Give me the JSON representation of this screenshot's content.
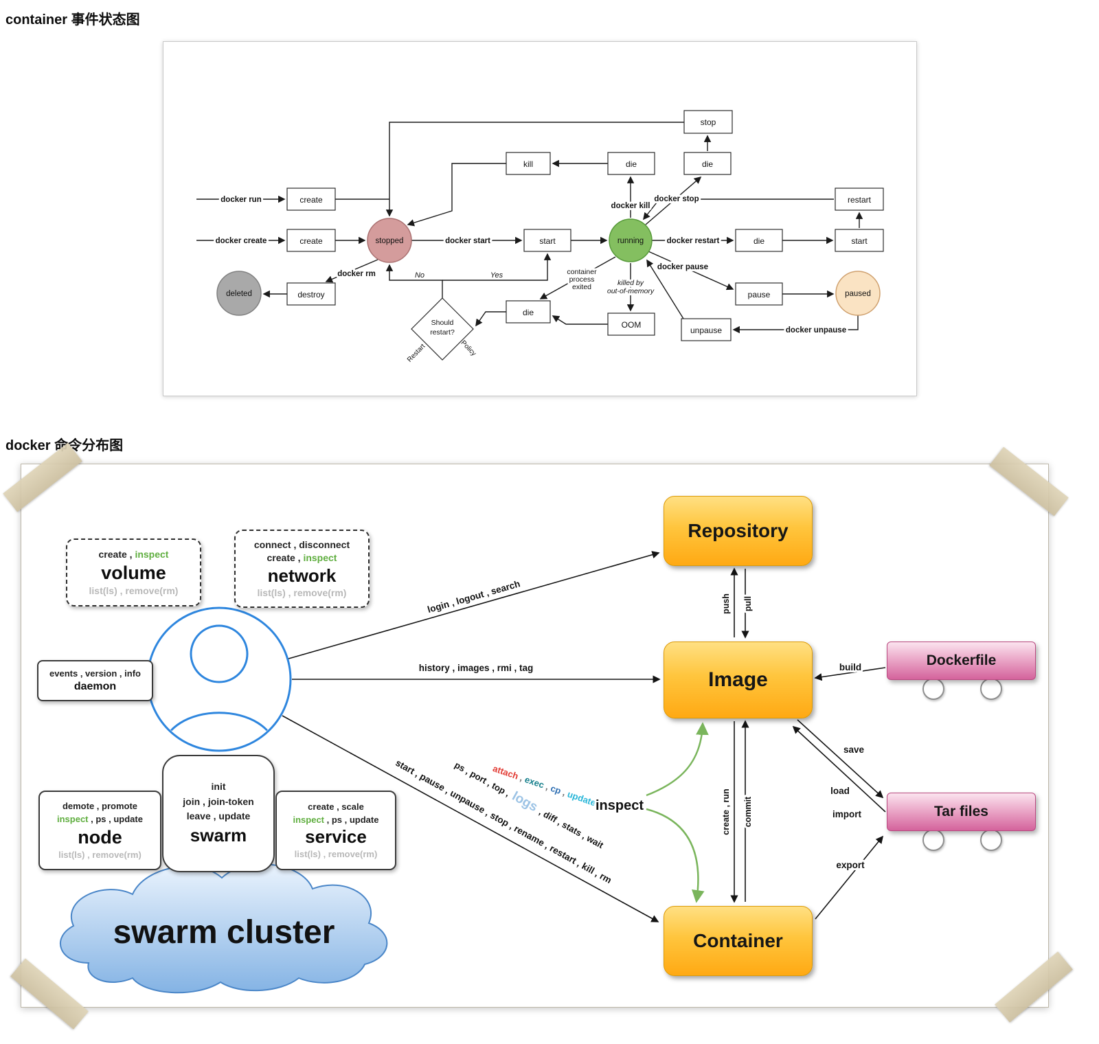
{
  "titles": {
    "section1": "container 事件状态图",
    "section2": "docker 命令分布图"
  },
  "state": {
    "events": {
      "stop": "stop",
      "kill": "kill",
      "die_kill": "die",
      "die_stop": "die",
      "create_run": "create",
      "restart": "restart",
      "create_create": "create",
      "start_main": "start",
      "die_restart": "die",
      "start_restart": "start",
      "pause": "pause",
      "destroy": "destroy",
      "die_exit": "die",
      "oom": "OOM",
      "unpause": "unpause"
    },
    "states": {
      "stopped": "stopped",
      "running": "running",
      "deleted": "deleted",
      "paused": "paused"
    },
    "decision1": "Should",
    "decision2": "restart?",
    "labels": {
      "docker_run": "docker run",
      "docker_create": "docker create",
      "docker_start": "docker start",
      "docker_kill": "docker kill",
      "docker_stop": "docker stop",
      "docker_restart": "docker restart",
      "docker_pause": "docker pause",
      "docker_unpause": "docker unpause",
      "docker_rm": "docker rm",
      "exited_1": "container",
      "exited_2": "process",
      "exited_3": "exited",
      "oom_1": "killed by",
      "oom_2": "out-of-memory",
      "no": "No",
      "yes": "Yes",
      "policy_1": "Restart",
      "policy_2": "Policy"
    }
  },
  "cmd": {
    "volume": {
      "l1": "create , ",
      "l1g": "inspect",
      "name": "volume",
      "gray": "list(ls) , remove(rm)"
    },
    "network": {
      "l0": "connect , disconnect",
      "l1": "create , ",
      "l1g": "inspect",
      "name": "network",
      "gray": "list(ls) , remove(rm)"
    },
    "daemon": {
      "l0": "events , version , info",
      "name": "daemon"
    },
    "node": {
      "l0": "demote , promote",
      "l1g": "inspect",
      "l1": " , ps , update",
      "name": "node",
      "gray": "list(ls) , remove(rm)"
    },
    "swarm": {
      "l0": "init",
      "l1": "join , join-token",
      "l2": "leave , update",
      "name": "swarm"
    },
    "service": {
      "l0": "create , scale",
      "l1g": "inspect",
      "l1": " , ps , update",
      "name": "service",
      "gray": "list(ls) , remove(rm)"
    },
    "cloud": "swarm cluster",
    "repository": "Repository",
    "image": "Image",
    "container": "Container",
    "dockerfile": "Dockerfile",
    "tarfiles": "Tar files",
    "edges": {
      "login": "login , logout , search",
      "history": "history , images , rmi , tag",
      "push": "push",
      "pull": "pull",
      "create_run": "create , run",
      "commit": "commit",
      "build": "build",
      "save": "save",
      "load": "load",
      "import": "import",
      "export": "export",
      "inspect": "inspect",
      "lifecycle": "start , pause , unpause , stop , rename , restart , kill , rm",
      "query_a": "ps , port , top ,",
      "logs": "logs",
      "query_b": ", diff , stats , wait",
      "attach": "attach",
      "exec": "exec",
      "cp": "cp",
      "update": "update",
      "sep": " , "
    }
  },
  "colors": {
    "green": "#5fae3f",
    "gray_text": "#b8b8b8",
    "blue": "#5b8ec4",
    "light_blue": "#9cc3e5",
    "red": "#e23b34",
    "teal": "#18808d",
    "cyan": "#29b6d8",
    "running_fill": "#84bf60",
    "stopped_fill": "#d49c9c",
    "paused_fill": "#fae3c3",
    "deleted_fill": "#a9a9a9",
    "orange_entity": "#ffc53d",
    "pink_entity": "#d4639c",
    "user_blue": "#2e86de"
  }
}
